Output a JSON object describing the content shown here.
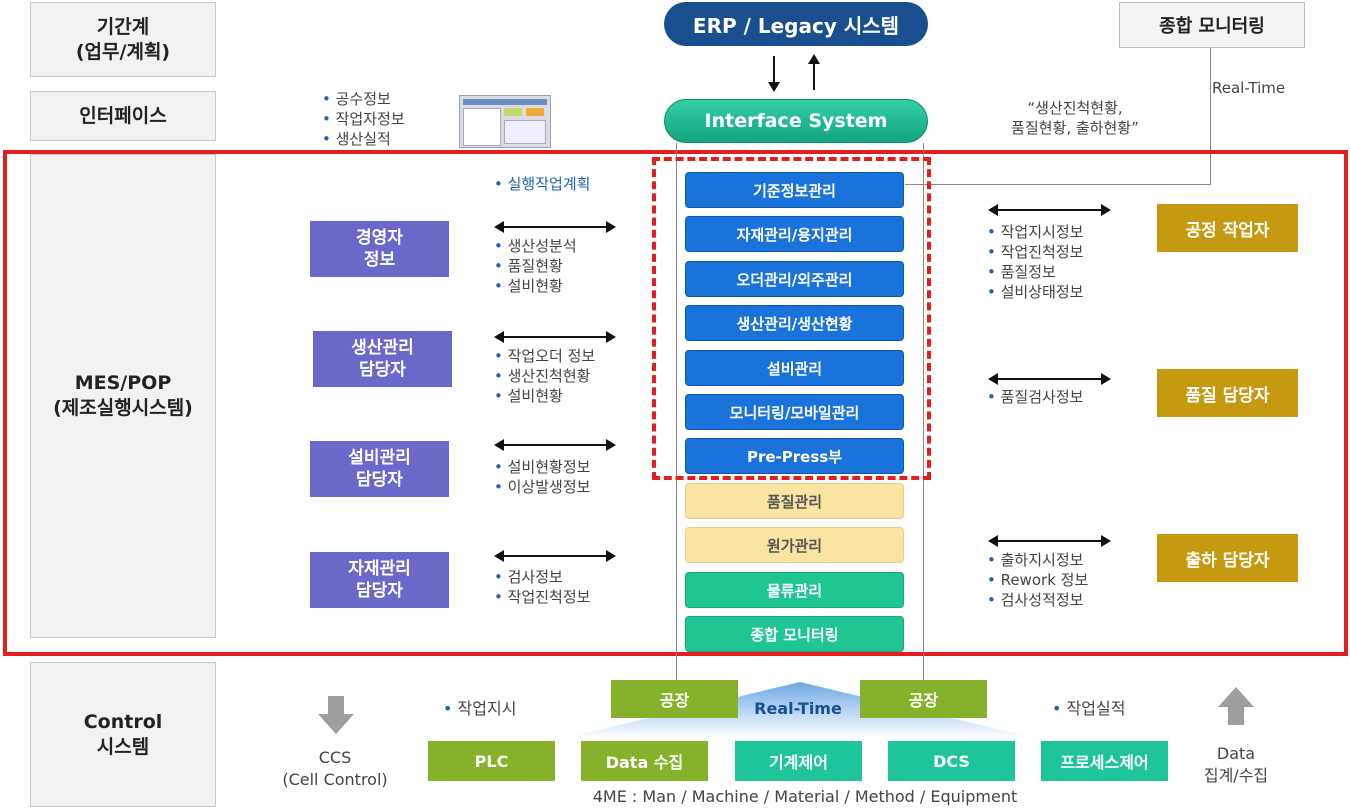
{
  "layers": {
    "planning": "기간계\n(업무/계획)",
    "interface": "인터페이스",
    "mes": "MES/POP\n(제조실행시스템)",
    "control": "Control\n시스템"
  },
  "top": {
    "erp": "ERP / Legacy 시스템",
    "interface_system": "Interface System",
    "monitor": "종합 모니터링",
    "realtime": "Real-Time",
    "monitor_note": "“생산진척현황,\n품질현황, 출하현황”"
  },
  "interface_info": [
    "공수정보",
    "작업자정보",
    "생산실적"
  ],
  "plan_note": "실행작업계획",
  "roles_left": [
    {
      "label": "경영자\n정보",
      "items": [
        "생산성분석",
        "품질현황",
        "설비현황"
      ]
    },
    {
      "label": "생산관리\n담당자",
      "items": [
        "작업오더 정보",
        "생산진척현황",
        "설비현황"
      ]
    },
    {
      "label": "설비관리\n담당자",
      "items": [
        "설비현황정보",
        "이상발생정보"
      ]
    },
    {
      "label": "자재관리\n담당자",
      "items": [
        "검사정보",
        "작업진척정보"
      ]
    }
  ],
  "roles_right": [
    {
      "label": "공정 작업자",
      "items": [
        "작업지시정보",
        "작업진척정보",
        "품질정보",
        "설비상태정보"
      ]
    },
    {
      "label": "품질 담당자",
      "items": [
        "품질검사정보"
      ]
    },
    {
      "label": "출하 담당자",
      "items": [
        "출하지시정보",
        "Rework 정보",
        "검사성적정보"
      ]
    }
  ],
  "modules": [
    {
      "label": "기준정보관리",
      "style": "blue"
    },
    {
      "label": "자재관리/용지관리",
      "style": "blue"
    },
    {
      "label": "오더관리/외주관리",
      "style": "blue"
    },
    {
      "label": "생산관리/생산현황",
      "style": "blue"
    },
    {
      "label": "설비관리",
      "style": "blue"
    },
    {
      "label": "모니터링/모바일관리",
      "style": "blue"
    },
    {
      "label": "Pre-Press부",
      "style": "blue"
    },
    {
      "label": "품질관리",
      "style": "yellow"
    },
    {
      "label": "원가관리",
      "style": "yellow"
    },
    {
      "label": "물류관리",
      "style": "teal"
    },
    {
      "label": "종합 모니터링",
      "style": "teal"
    }
  ],
  "control": {
    "factory_left": "공장",
    "factory_right": "공장",
    "realtime": "Real-Time",
    "work_order": "작업지시",
    "work_result": "작업실적",
    "ccs": "CCS\n(Cell Control)",
    "data_collect": "Data\n집계/수집",
    "boxes": [
      "PLC",
      "Data 수집",
      "기계제어",
      "DCS",
      "프로세스제어"
    ],
    "footer": "4ME : Man / Machine / Material / Method / Equipment"
  },
  "colors": {
    "erp": "#1a4f8f",
    "interface": "#1fbf93",
    "role_left": "#6a69c9",
    "role_right": "#c59a10",
    "module_blue": "#1a73db",
    "module_yellow": "#f9e4a1",
    "module_teal": "#1fc593",
    "mes_border": "#e41e1e",
    "control_green": "#86b12a",
    "control_teal": "#1ec59a"
  }
}
